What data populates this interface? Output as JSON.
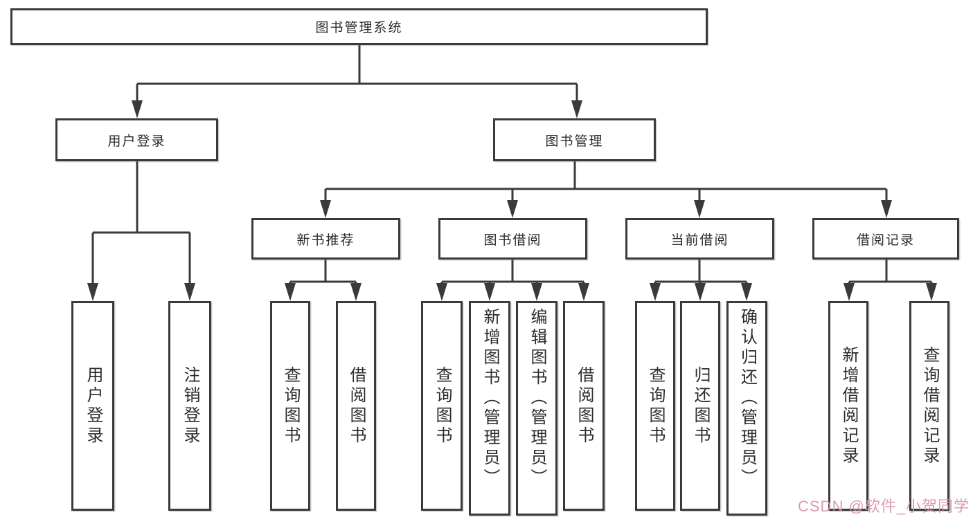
{
  "watermark": {
    "text": "CSDN @软件_小贺同学",
    "color": "#d998a7"
  },
  "colors": {
    "line": "#3a3a3a",
    "text": "#2b2b2b",
    "background": "#ffffff"
  },
  "tree": {
    "root": {
      "label": "图书管理系统",
      "children": [
        {
          "label": "用户登录",
          "children": [
            {
              "label": "用户登录"
            },
            {
              "label": "注销登录"
            }
          ]
        },
        {
          "label": "图书管理",
          "children": [
            {
              "label": "新书推荐",
              "children": [
                {
                  "label": "查询图书"
                },
                {
                  "label": "借阅图书"
                }
              ]
            },
            {
              "label": "图书借阅",
              "children": [
                {
                  "label": "查询图书"
                },
                {
                  "label": "新增图书（管理员）"
                },
                {
                  "label": "编辑图书（管理员）"
                },
                {
                  "label": "借阅图书"
                }
              ]
            },
            {
              "label": "当前借阅",
              "children": [
                {
                  "label": "查询图书"
                },
                {
                  "label": "归还图书"
                },
                {
                  "label": "确认归还（管理员）"
                }
              ]
            },
            {
              "label": "借阅记录",
              "children": [
                {
                  "label": "新增借阅记录"
                },
                {
                  "label": "查询借阅记录"
                }
              ]
            }
          ]
        }
      ]
    }
  }
}
